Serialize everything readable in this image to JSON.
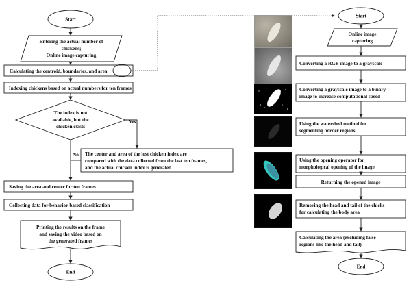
{
  "left": {
    "start": "Start",
    "enter_line1": "Entering the actual number of",
    "enter_line2": "chickens;",
    "enter_line3": "Online image capturing",
    "calc": "Calculating the centroid, boundaries, and area",
    "index": "Indexing chickens based on actual numbers for ten frames",
    "decision_line1": "The index is not",
    "decision_line2": "available, but the",
    "decision_line3": "chicken exists",
    "yes": "Yes",
    "no": "No",
    "lost_line1": "The center and area of the lost chicken index are",
    "lost_line2": "compared with the data collected from the last ten frames,",
    "lost_line3": "and the actual chicken index is generated",
    "saving": "Saving the area and center for ten frames",
    "collect": "Collecting data for behavior-based classification",
    "print_line1": "Printing the results on the frame",
    "print_line2": "and saving the video based on",
    "print_line3": "the generated frames",
    "end": "End"
  },
  "right": {
    "start": "Start",
    "online_line1": "Online image",
    "online_line2": "capturing",
    "gray": "Converting a RGB image to a grayscale",
    "binary_line1": "Converting a grayscale image to a binary",
    "binary_line2": "image to increase computational speed",
    "water_line1": "Using the watershed method for",
    "water_line2": "segmenting border regions",
    "open_line1": "Using the opening operator for",
    "open_line2": "morphological opening of the image",
    "returning": "Returning the opened image",
    "remove_line1": "Removing the head and tail of the chicks",
    "remove_line2": "for calculating the body area",
    "area_line1": "Calculating the area (excluding false",
    "area_line2": "regions like the head and tail)",
    "end": "End"
  },
  "thumbnails": [
    "original-frame",
    "grayscale-frame",
    "binary-frame",
    "watershed-frame",
    "opening-frame",
    "body-area-frame"
  ]
}
